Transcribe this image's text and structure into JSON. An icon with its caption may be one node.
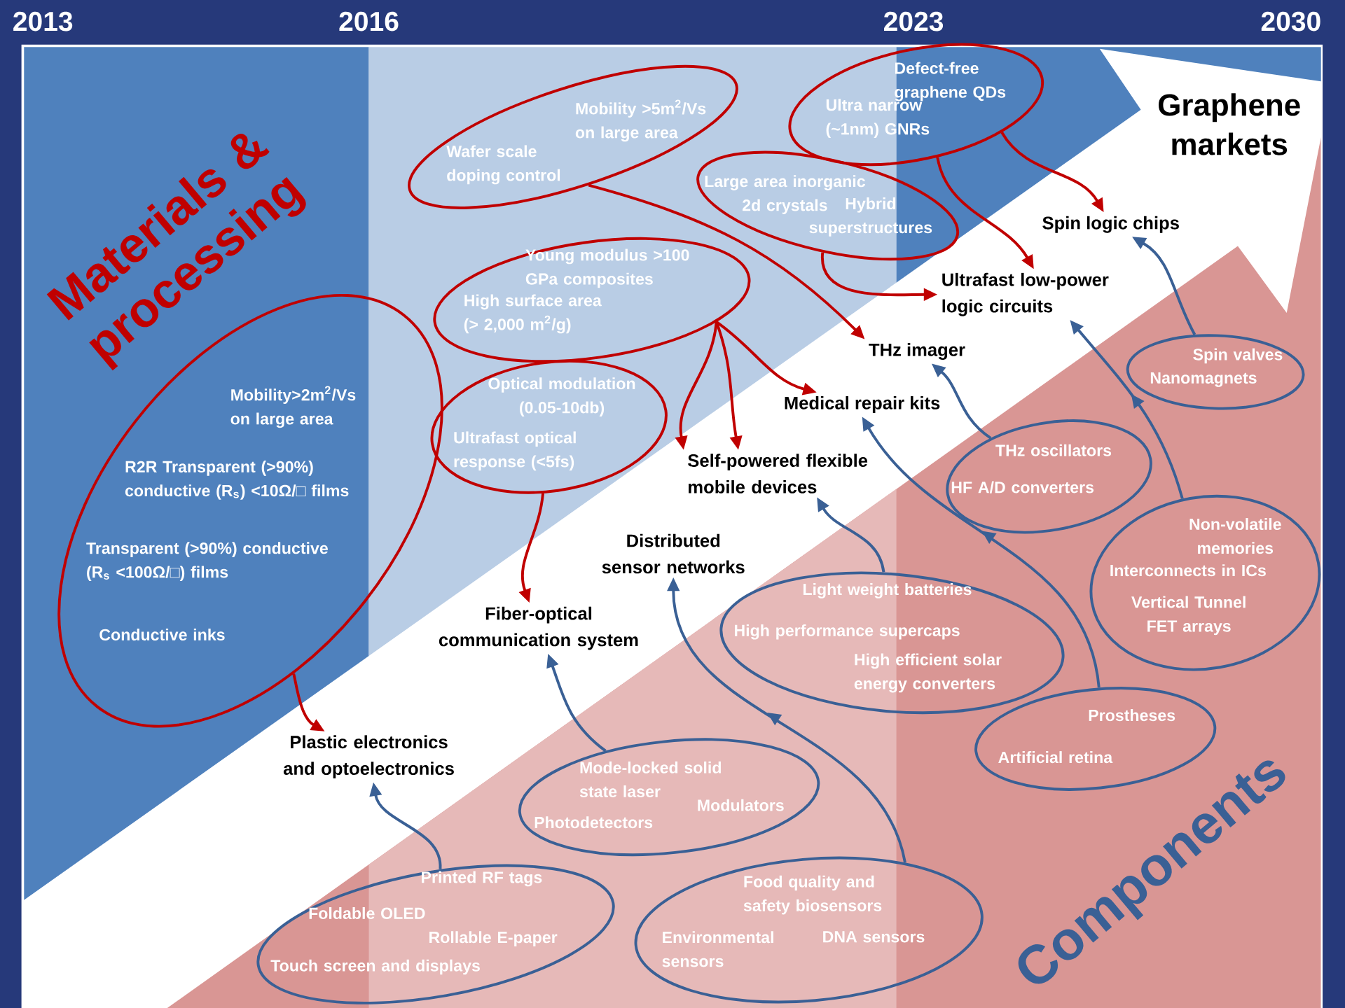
{
  "diagram": {
    "title": "Graphene markets",
    "nodes": [
      {
        "text": [
          "Mobility >5m$^{2}$/Vs on large area",
          "Wafer scale doping control"
        ]
      },
      {
        "text": [
          "Defect-free graphene QDs",
          "Ultra narrow (~1nm) GNRs"
        ]
      },
      {
        "text": [
          "Large area inorganic 2d crystals",
          "Hybrid superstructures"
        ]
      },
      {
        "text": [
          "Young modulus >100 GPa composites",
          "High surface area (> 2,000 m$^{2}$/g)"
        ]
      },
      {
        "text": [
          "Optical modulation (0.05-10db)",
          "Ultrafast optical response (<5fs)"
        ]
      },
      {
        "text": [
          "Mobility>2m$^{2}$/Vs on large area",
          "R2R Transparent (>90%) conductive (R$_{s}$) <10Ω/□ films",
          "Transparent (>90%) conductive (R$_{s}$ <100Ω/□) films",
          "Conductive inks"
        ]
      },
      {
        "text": [
          "Spin logic chips"
        ]
      },
      {
        "text": [
          "Ultrafast low-power logic circuits"
        ]
      },
      {
        "text": [
          "THz imager"
        ]
      },
      {
        "text": [
          "Medical repair kits"
        ]
      },
      {
        "text": [
          "Self-powered flexible mobile devices"
        ]
      },
      {
        "text": [
          "Distributed sensor networks"
        ]
      },
      {
        "text": [
          "Fiber-optical communication system"
        ]
      },
      {
        "text": [
          "Plastic electronics and optoelectronics"
        ]
      },
      {
        "text": [
          "Spin valves",
          "Nanomagnets"
        ]
      },
      {
        "text": [
          "THz oscillators",
          "HF A/D converters"
        ]
      },
      {
        "text": [
          "Non-volatile memories",
          "Interconnects in ICs",
          "Vertical Tunnel FET arrays"
        ]
      },
      {
        "text": [
          "Light weight batteries",
          "High performance supercaps",
          "High efficient solar energy converters"
        ]
      },
      {
        "text": [
          "Prostheses",
          "Artificial retina"
        ]
      },
      {
        "text": [
          "Mode-locked solid state laser",
          "Modulators",
          "Photodetectors"
        ]
      },
      {
        "text": [
          "Printed RF tags",
          "Foldable OLED",
          "Rollable E-paper",
          "Touch screen and displays"
        ]
      },
      {
        "text": [
          "Food quality and safety biosensors",
          "Environmental sensors",
          "DNA sensors"
        ]
      }
    ],
    "edges": [
      {
        "from": 5,
        "to": 13,
        "arrow": "to"
      },
      {
        "from": 0,
        "to": 8,
        "arrow": "to"
      },
      {
        "from": 1,
        "to": 6,
        "arrow": "to"
      },
      {
        "from": 1,
        "to": 7,
        "arrow": "to"
      },
      {
        "from": 2,
        "to": 7,
        "arrow": "to"
      },
      {
        "from": 3,
        "to": 9,
        "arrow": "to"
      },
      {
        "from": 3,
        "to": 10,
        "arrow": "to"
      },
      {
        "from": 3,
        "to": 10,
        "arrow": "to"
      },
      {
        "from": 4,
        "to": 12,
        "arrow": "to"
      },
      {
        "from": 14,
        "to": 6,
        "arrow": "to",
        "color": "#3a6095"
      },
      {
        "from": 15,
        "to": 8,
        "arrow": "to",
        "color": "#3a6095"
      },
      {
        "from": 16,
        "to": 7,
        "arrow": "to",
        "color": "#3a6095"
      },
      {
        "from": 17,
        "to": 10,
        "arrow": "to",
        "color": "#3a6095"
      },
      {
        "from": 18,
        "to": 9,
        "arrow": "to",
        "color": "#3a6095"
      },
      {
        "from": 19,
        "to": 12,
        "arrow": "to",
        "color": "#3a6095"
      },
      {
        "from": 20,
        "to": 13,
        "arrow": "to",
        "color": "#3a6095"
      },
      {
        "from": 21,
        "to": 11,
        "arrow": "to",
        "color": "#3a6095"
      }
    ],
    "labels": [
      "2013",
      "2016",
      "2023",
      "2030",
      "Materials & processing",
      "Components"
    ]
  }
}
